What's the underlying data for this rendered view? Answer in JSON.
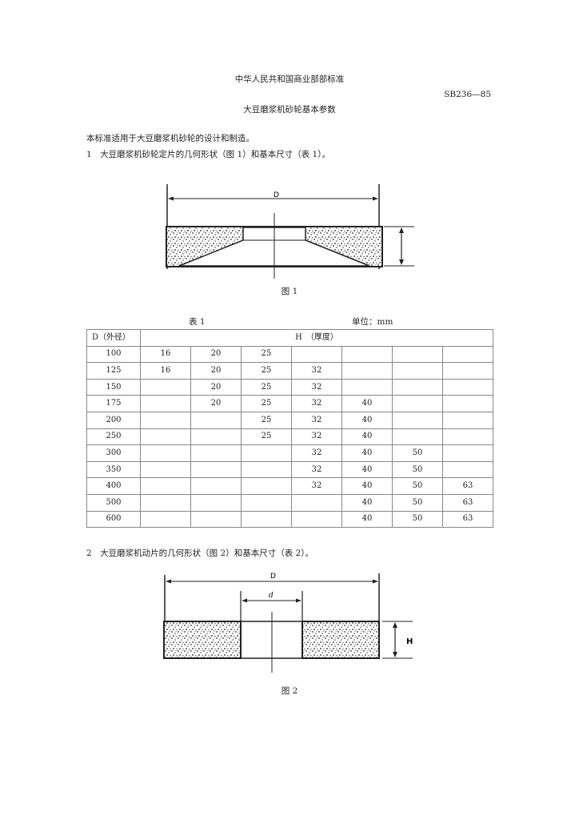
{
  "header": {
    "organization": "中华人民共和国商业部部标准",
    "code": "SB236—85",
    "title": "大豆磨浆机砂轮基本参数"
  },
  "intro": "本标准适用于大豆磨浆机砂轮的设计和制造。",
  "section1": "1　大豆磨浆机砂轮定片的几何形状（图 1）和基本尺寸（表 1）。",
  "figure1": {
    "label_d": "D",
    "caption": "图 1"
  },
  "table1": {
    "label": "表 1",
    "unit": "单位：mm",
    "header_d": "D（外径）",
    "header_h": "H　（厚度）",
    "rows": [
      [
        "100",
        "16",
        "20",
        "25",
        "",
        "",
        "",
        ""
      ],
      [
        "125",
        "16",
        "20",
        "25",
        "32",
        "",
        "",
        ""
      ],
      [
        "150",
        "",
        "20",
        "25",
        "32",
        "",
        "",
        ""
      ],
      [
        "175",
        "",
        "20",
        "25",
        "32",
        "40",
        "",
        ""
      ],
      [
        "200",
        "",
        "",
        "25",
        "32",
        "40",
        "",
        ""
      ],
      [
        "250",
        "",
        "",
        "25",
        "32",
        "40",
        "",
        ""
      ],
      [
        "300",
        "",
        "",
        "",
        "32",
        "40",
        "50",
        ""
      ],
      [
        "350",
        "",
        "",
        "",
        "32",
        "40",
        "50",
        ""
      ],
      [
        "400",
        "",
        "",
        "",
        "32",
        "40",
        "50",
        "63"
      ],
      [
        "500",
        "",
        "",
        "",
        "",
        "40",
        "50",
        "63"
      ],
      [
        "600",
        "",
        "",
        "",
        "",
        "40",
        "50",
        "63"
      ]
    ]
  },
  "section2": "2　大豆磨浆机动片的几何形状（图 2）和基本尺寸（表 2）。",
  "figure2": {
    "label_d_outer": "D",
    "label_d_inner": "d",
    "label_h": "H",
    "caption": "图 2"
  }
}
